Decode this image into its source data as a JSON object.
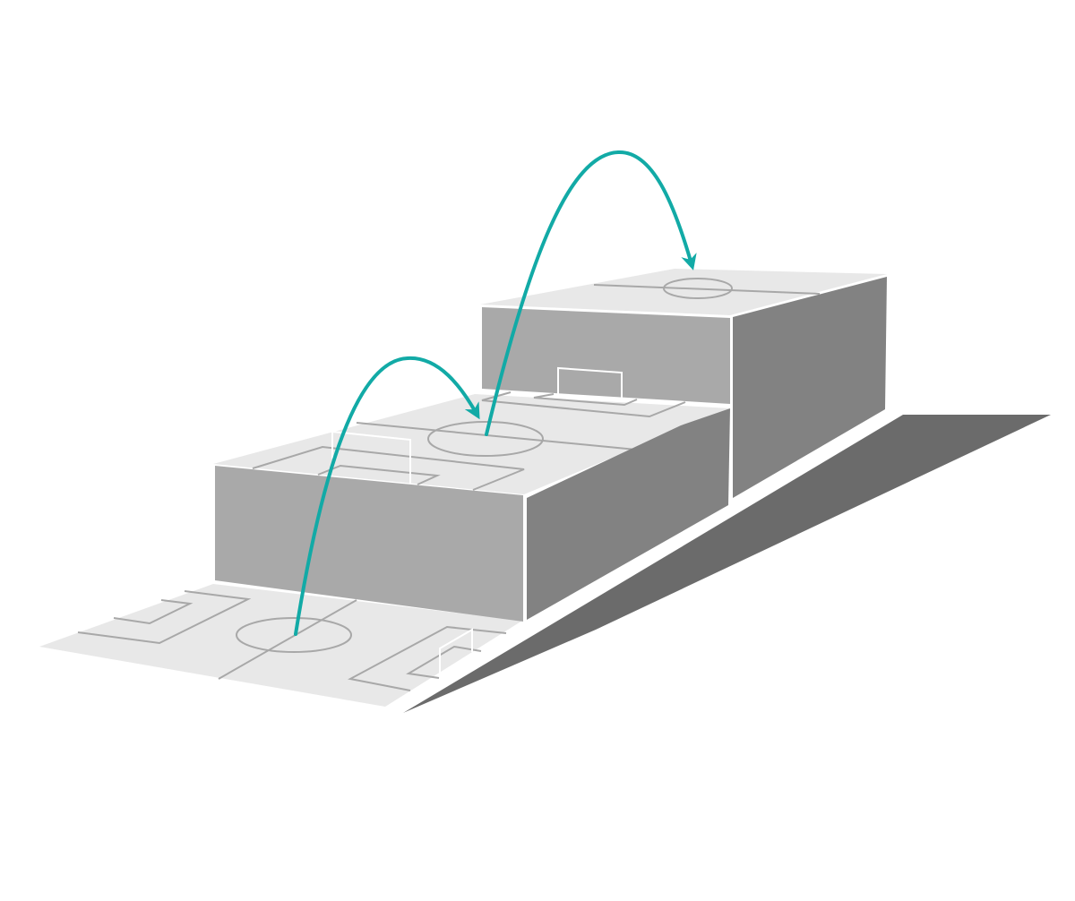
{
  "colors": {
    "background": "#ffffff",
    "pitch_surface": "#e8e8e8",
    "pitch_lines": "#a8a8a8",
    "goal_frame": "#ffffff",
    "block_front": "#a9a9a9",
    "block_side": "#828282",
    "shadow": "#6b6b6b",
    "arc": "#12aaa6"
  },
  "diagram": {
    "tiers": [
      {
        "id": "ground-pitch",
        "level": 0
      },
      {
        "id": "middle-block",
        "level": 1
      },
      {
        "id": "top-block",
        "level": 2
      }
    ],
    "arrows": [
      {
        "id": "arc-ground-to-middle",
        "from_tier": 0,
        "to_tier": 1
      },
      {
        "id": "arc-middle-to-top",
        "from_tier": 1,
        "to_tier": 2
      }
    ]
  }
}
